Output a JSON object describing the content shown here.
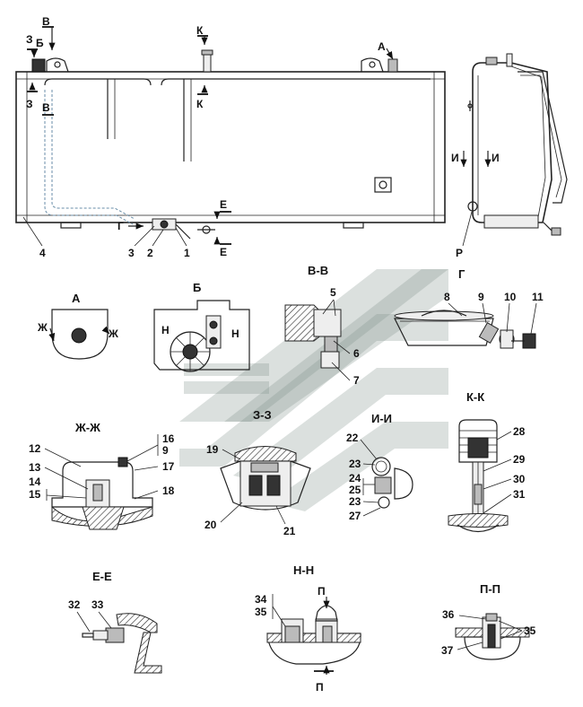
{
  "sections": {
    "z3": "З",
    "b_top": "Б",
    "v_top": "В",
    "k_top": "К",
    "a_top": "А",
    "z3_bottom": "З",
    "v_bottom": "В",
    "k_bottom": "К",
    "g_arrow": "Г",
    "e_top": "Е",
    "e_bottom": "Е",
    "i_left": "И",
    "i_right": "И",
    "r": "Р"
  },
  "main_callouts": [
    "4",
    "3",
    "2",
    "1"
  ],
  "views": {
    "a": "А",
    "b": "Б",
    "vv": "В-В",
    "g": "Г",
    "zhzh": "Ж-Ж",
    "zz": "З-З",
    "ii": "И-И",
    "kk": "К-К",
    "ee": "Е-Е",
    "nn": "Н-Н",
    "pp": "П-П"
  },
  "view_marks": {
    "zh_left": "Ж",
    "zh_right": "Ж",
    "n_left": "Н",
    "n_right": "Н",
    "p_top": "П",
    "p_bottom": "П"
  },
  "callouts": {
    "c5": "5",
    "c6": "6",
    "c7": "7",
    "c8": "8",
    "c9": "9",
    "c10": "10",
    "c11": "11",
    "c12": "12",
    "c13": "13",
    "c14": "14",
    "c15": "15",
    "c16": "16",
    "c9b": "9",
    "c17": "17",
    "c18": "18",
    "c19": "19",
    "c20": "20",
    "c21": "21",
    "c22": "22",
    "c23": "23",
    "c24": "24",
    "c25": "25",
    "c23b": "23",
    "c27": "27",
    "c28": "28",
    "c29": "29",
    "c30": "30",
    "c31": "31",
    "c32": "32",
    "c33": "33",
    "c34": "34",
    "c35": "35",
    "c36": "36",
    "c35b": "35",
    "c37": "37"
  }
}
